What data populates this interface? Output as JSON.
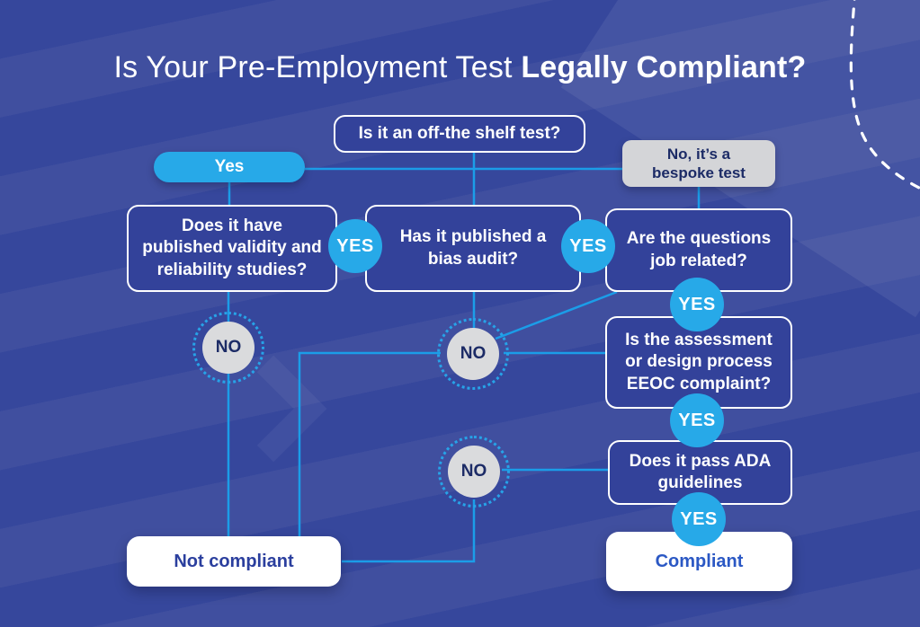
{
  "title": {
    "part1": "Is Your Pre-Employment Test",
    "part2": "Legally Compliant?"
  },
  "labels": {
    "yes_circle": "YES",
    "no_circle": "NO"
  },
  "nodes": {
    "off_shelf_question": "Is it an off-the shelf test?",
    "yes_branch": "Yes",
    "bespoke_branch": "No, it’s a bespoke test",
    "validity_question": "Does it have published validity and reliability studies?",
    "bias_audit_question": "Has it published a bias audit?",
    "job_related_question": "Are the questions job related?",
    "eeoc_question": "Is the assessment or design process EEOC complaint?",
    "ada_question": "Does it pass ADA guidelines",
    "not_compliant_result": "Not compliant",
    "compliant_result": "Compliant"
  },
  "colors": {
    "background": "#36479c",
    "stripe": "#404f9f",
    "accent_blue": "#27a9e8",
    "connector_blue": "#1b9de8",
    "gray_node": "#d4d5d8",
    "navy_text": "#1c2b66",
    "result_navy": "#2b3f9e",
    "result_blue": "#2b58c4",
    "white": "#ffffff"
  }
}
